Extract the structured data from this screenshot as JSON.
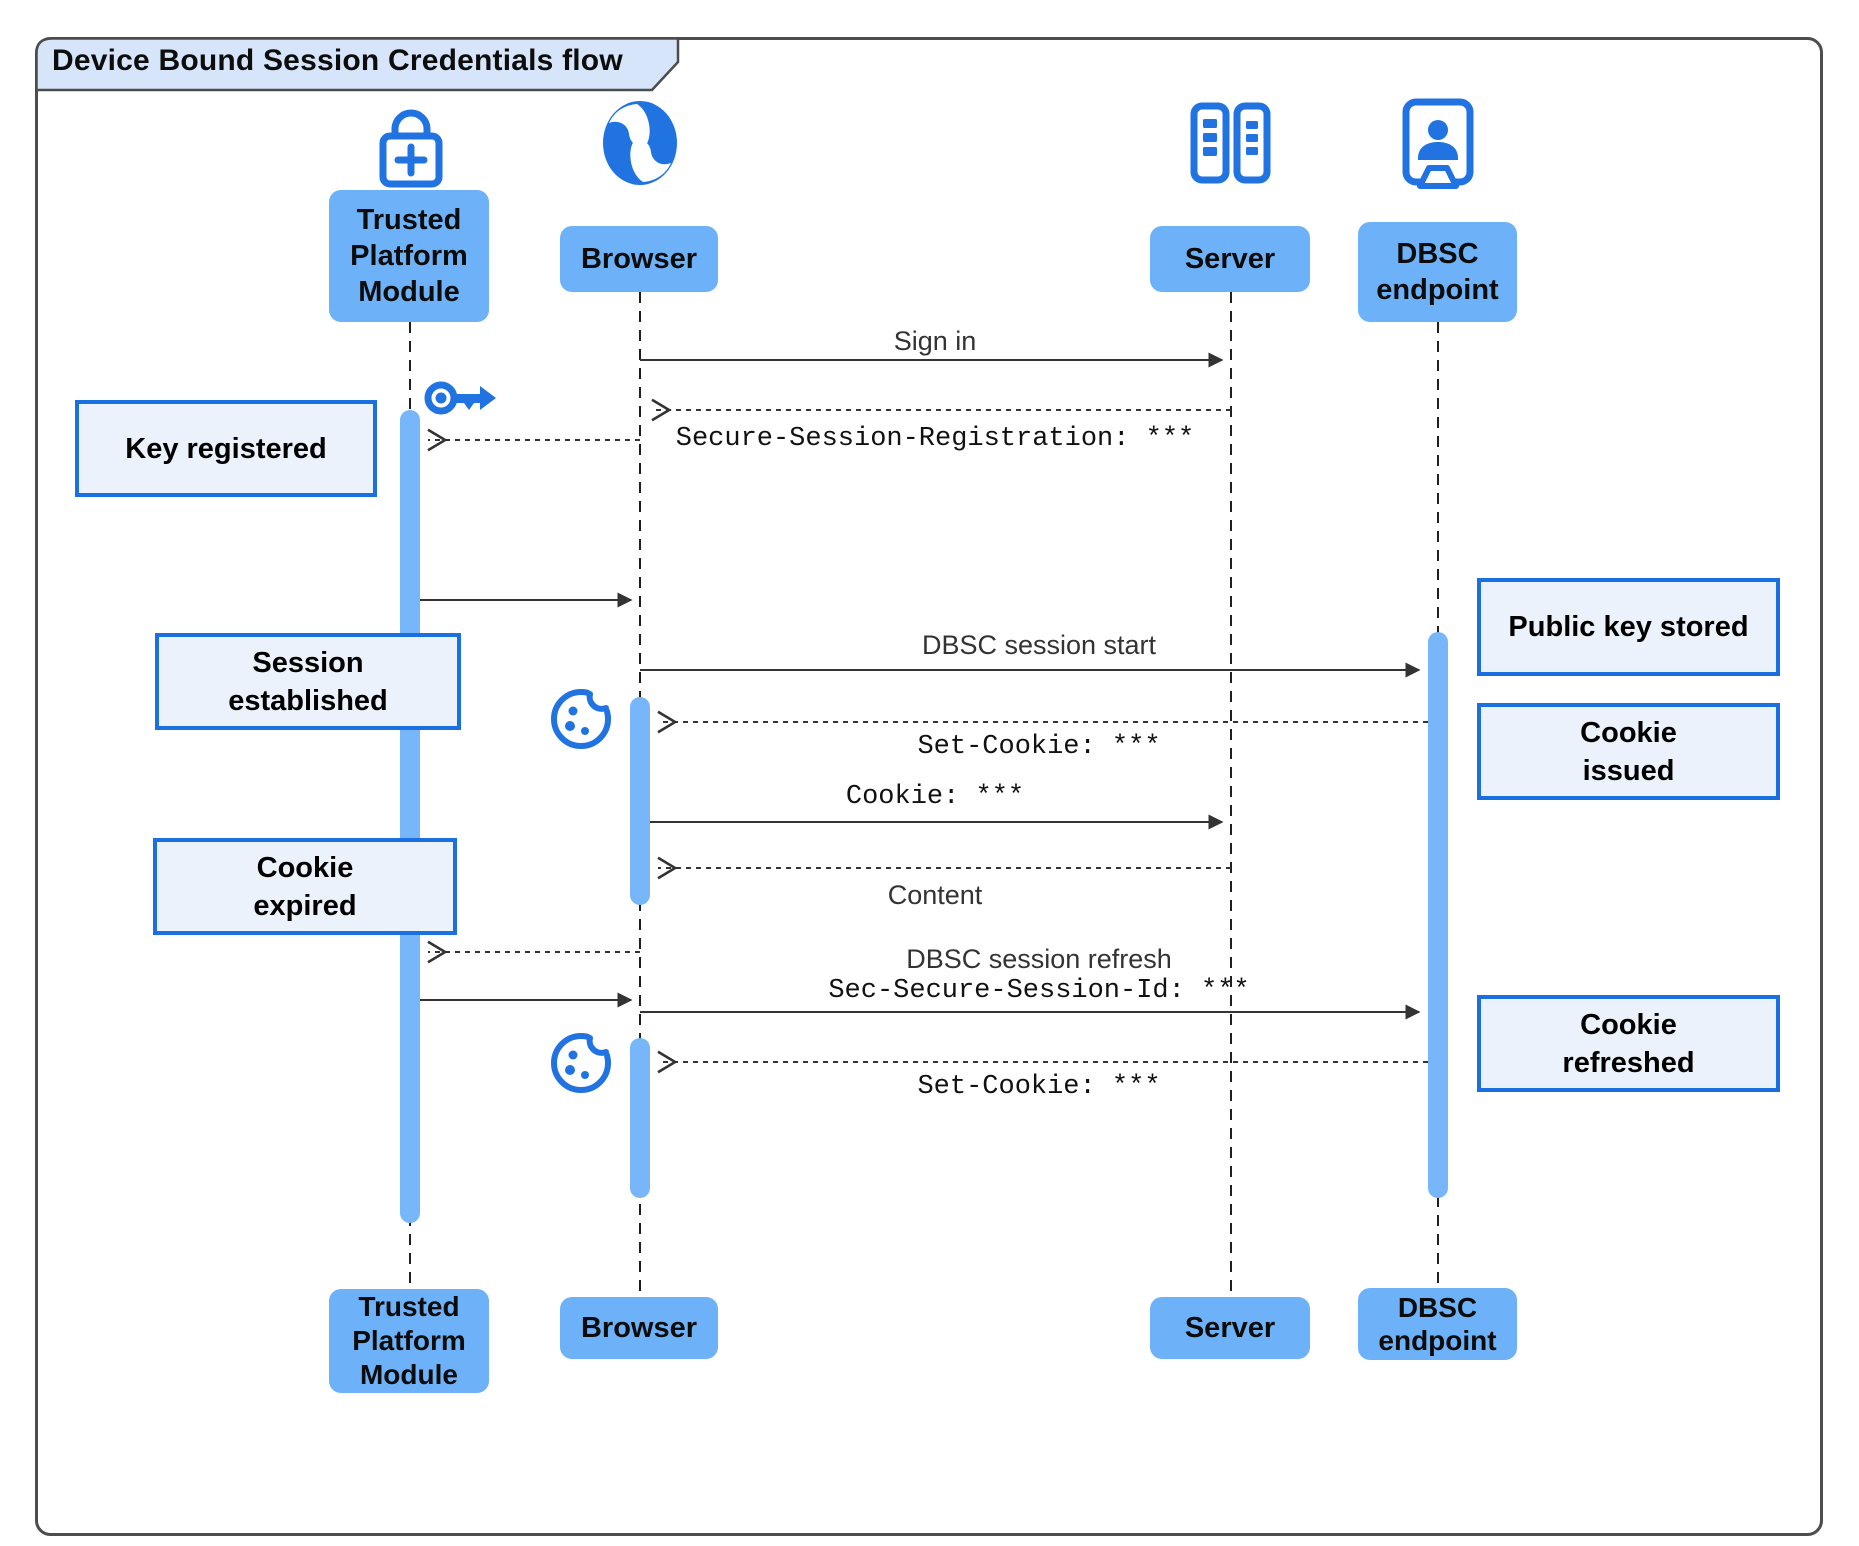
{
  "title": "Device Bound Session Credentials flow",
  "actors": {
    "tpm": {
      "label": "Trusted\nPlatform\nModule",
      "icon": "lock-plus-icon"
    },
    "browser": {
      "label": "Browser",
      "icon": "globe-icon"
    },
    "server": {
      "label": "Server",
      "icon": "server-rack-icon"
    },
    "dbsc": {
      "label": "DBSC\nendpoint",
      "icon": "person-badge-icon"
    }
  },
  "messages": {
    "sign_in": "Sign in",
    "secure_session_registration": "Secure-Session-Registration: ***",
    "dbsc_session_start": "DBSC session start",
    "set_cookie": "Set-Cookie: ***",
    "cookie": "Cookie: ***",
    "content": "Content",
    "dbsc_session_refresh": "DBSC session refresh",
    "sec_secure_session_id": "Sec-Secure-Session-Id: ***"
  },
  "notes": {
    "key_registered": "Key registered",
    "session_established": "Session\nestablished",
    "cookie_expired": "Cookie\nexpired",
    "public_key_stored": "Public key stored",
    "cookie_issued": "Cookie\nissued",
    "cookie_refreshed": "Cookie\nrefreshed"
  },
  "icons": {
    "tpm": "lock-plus-icon",
    "browser": "globe-icon",
    "server": "server-rack-icon",
    "dbsc_endpoint": "person-badge-icon",
    "key_registration": "key-icon",
    "cookie_store": "cookie-icon"
  },
  "colors": {
    "icon_blue": "#2173e2",
    "actor_fill": "#6db2f8",
    "activation_fill": "#77b7f9",
    "note_fill": "#ebf2fc",
    "note_border": "#1a70e0",
    "title_tab_fill": "#d7e5fb",
    "frame_border": "#4d4d4d",
    "arrow": "#333333"
  }
}
